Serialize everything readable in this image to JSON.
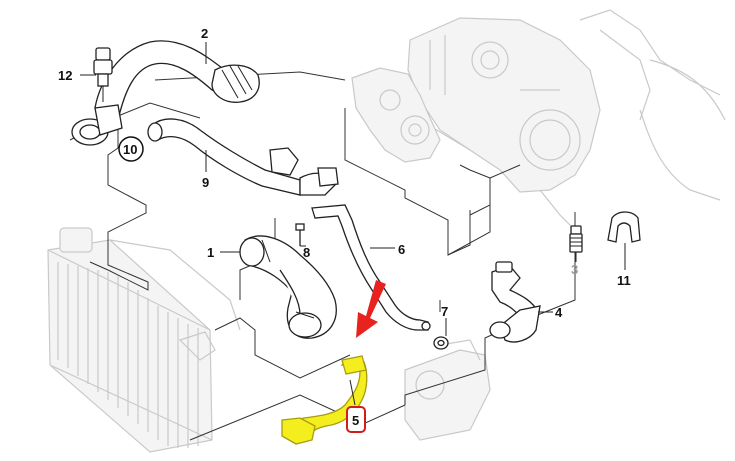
{
  "colors": {
    "highlight_part": "#f4ee1e",
    "highlight_outline": "#a79c10",
    "arrow": "#e8231f",
    "callout_box": "#d21c1c",
    "ink": "#111111",
    "ghost": "#c9c9c9"
  },
  "icons": {
    "pointer": "red-arrow-icon"
  },
  "callouts": {
    "c1": "1",
    "c2": "2",
    "c3": "3",
    "c4": "4",
    "c5": "5",
    "c6": "6",
    "c7": "7",
    "c8": "8",
    "c9": "9",
    "c10": "10",
    "c11": "11",
    "c12": "12"
  }
}
